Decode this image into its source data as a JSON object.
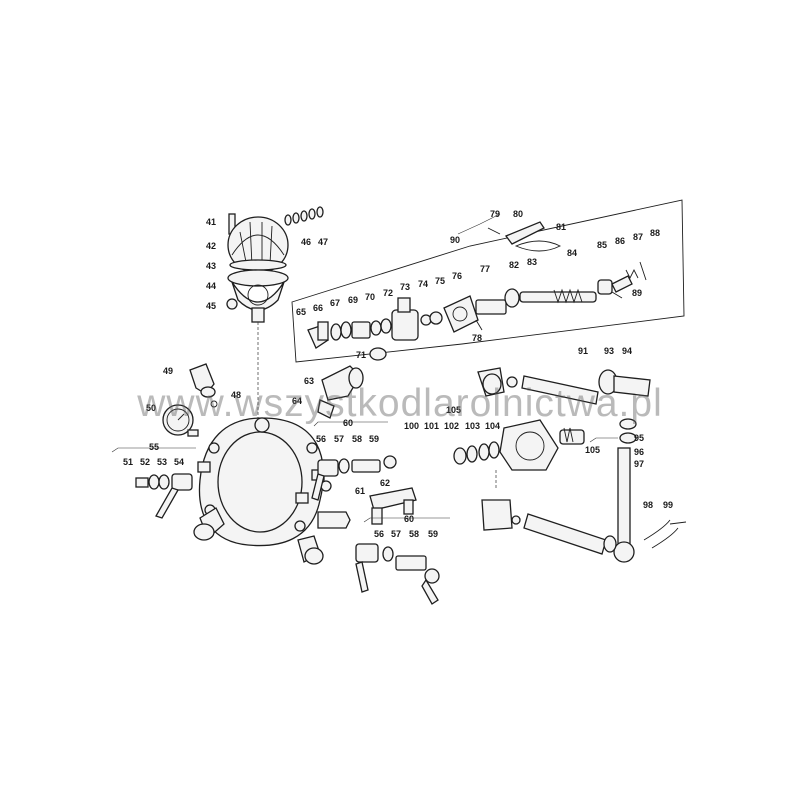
{
  "watermark": "www.wszystkodlarolnictwa.pl",
  "part_labels": [
    "41",
    "42",
    "43",
    "44",
    "45",
    "46",
    "47",
    "48",
    "49",
    "50",
    "51",
    "52",
    "53",
    "54",
    "55",
    "56",
    "57",
    "58",
    "59",
    "60",
    "61",
    "62",
    "63",
    "64",
    "65",
    "66",
    "67",
    "69",
    "70",
    "71",
    "72",
    "73",
    "74",
    "75",
    "76",
    "77",
    "78",
    "79",
    "80",
    "81",
    "82",
    "83",
    "84",
    "85",
    "86",
    "87",
    "88",
    "89",
    "90",
    "91",
    "93",
    "94",
    "95",
    "96",
    "97",
    "98",
    "99",
    "100",
    "101",
    "102",
    "103",
    "104",
    "105"
  ],
  "repeated_labels": {
    "lower_group": [
      "56",
      "57",
      "58",
      "59",
      "60"
    ],
    "right_105": "105"
  },
  "colors": {
    "line": "#1f1f1f",
    "fill": "#f4f4f4",
    "watermark": "#5a5a5a"
  }
}
